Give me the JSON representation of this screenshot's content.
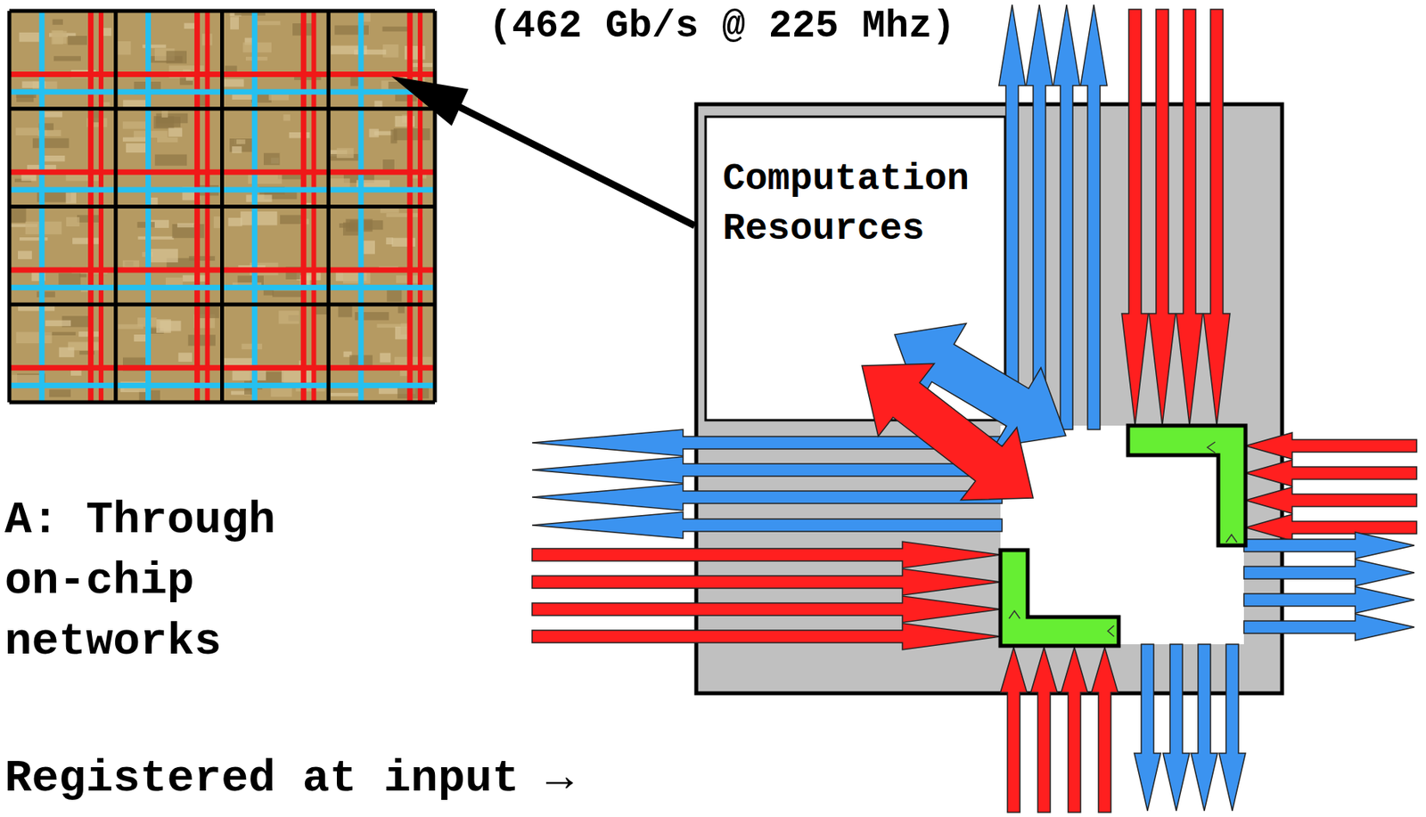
{
  "diagram": {
    "nodes": [
      {
        "text": [
          "Computation Resources"
        ]
      }
    ],
    "labels": [
      "(462 Gb/s @ 225 Mhz)",
      "A: Through on-chip networks",
      "Registered at input →"
    ]
  }
}
